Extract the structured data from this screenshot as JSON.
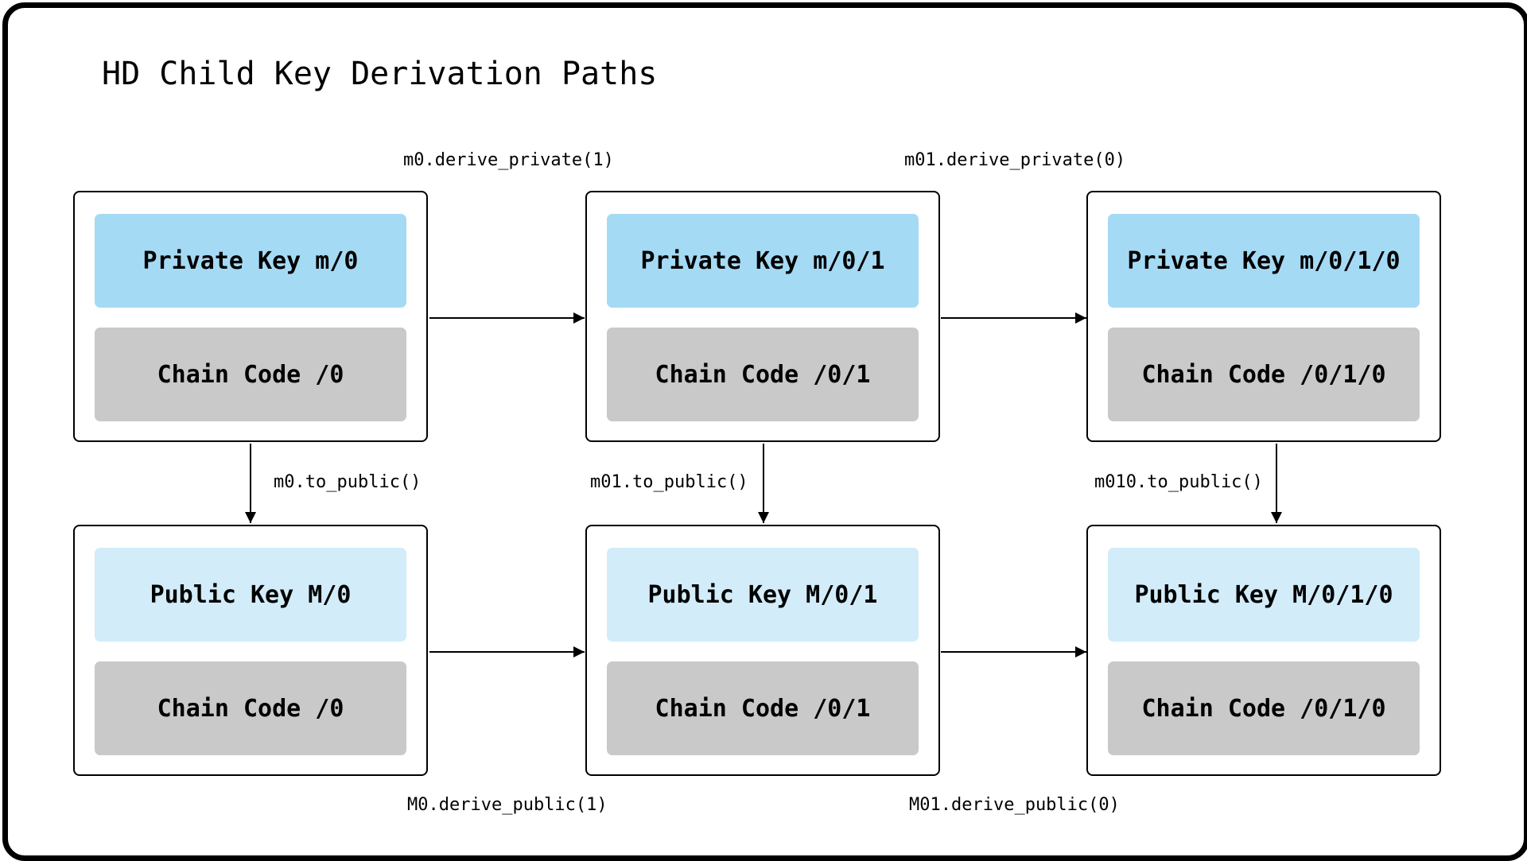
{
  "title": "HD Child Key Derivation Paths",
  "colors": {
    "private_key_fill": "#a5daf5",
    "public_key_fill": "#d2ecf9",
    "chain_code_fill": "#c8c9c8"
  },
  "nodes": {
    "private_m0": {
      "key": "Private Key m/0",
      "chain": "Chain Code /0"
    },
    "private_m01": {
      "key": "Private Key m/0/1",
      "chain": "Chain Code /0/1"
    },
    "private_m010": {
      "key": "Private Key m/0/1/0",
      "chain": "Chain Code /0/1/0"
    },
    "public_M0": {
      "key": "Public Key M/0",
      "chain": "Chain Code /0"
    },
    "public_M01": {
      "key": "Public Key M/0/1",
      "chain": "Chain Code /0/1"
    },
    "public_M010": {
      "key": "Public Key M/0/1/0",
      "chain": "Chain Code /0/1/0"
    }
  },
  "edges": {
    "m0_derive_private": "m0.derive_private(1)",
    "m01_derive_private": "m01.derive_private(0)",
    "m0_to_public": "m0.to_public()",
    "m01_to_public": "m01.to_public()",
    "m010_to_public": "m010.to_public()",
    "M0_derive_public": "M0.derive_public(1)",
    "M01_derive_public": "M01.derive_public(0)"
  }
}
